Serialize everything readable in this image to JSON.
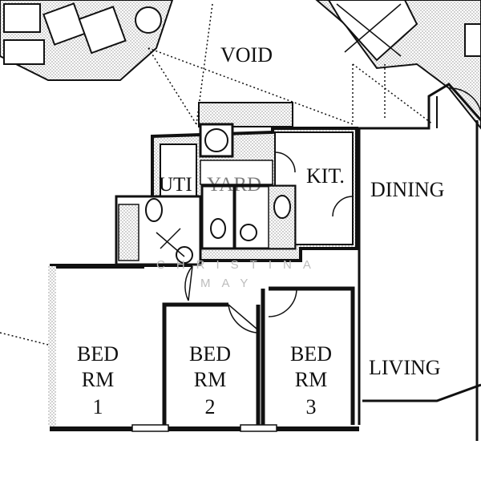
{
  "rooms": {
    "void": "VOID",
    "kitchen": "KIT.",
    "dining": "DINING",
    "utility": "UTI",
    "yard": "YARD",
    "living": "LIVING",
    "bedroom1": [
      "BED",
      "RM",
      "1"
    ],
    "bedroom2": [
      "BED",
      "RM",
      "2"
    ],
    "bedroom3": [
      "BED",
      "RM",
      "3"
    ]
  },
  "watermark": [
    "CHRISTINA",
    "MAY"
  ],
  "colors": {
    "wall": "#111111",
    "hatch": "#8c8c8c",
    "paper": "#ffffff",
    "watermark": "#bdbdbd"
  }
}
